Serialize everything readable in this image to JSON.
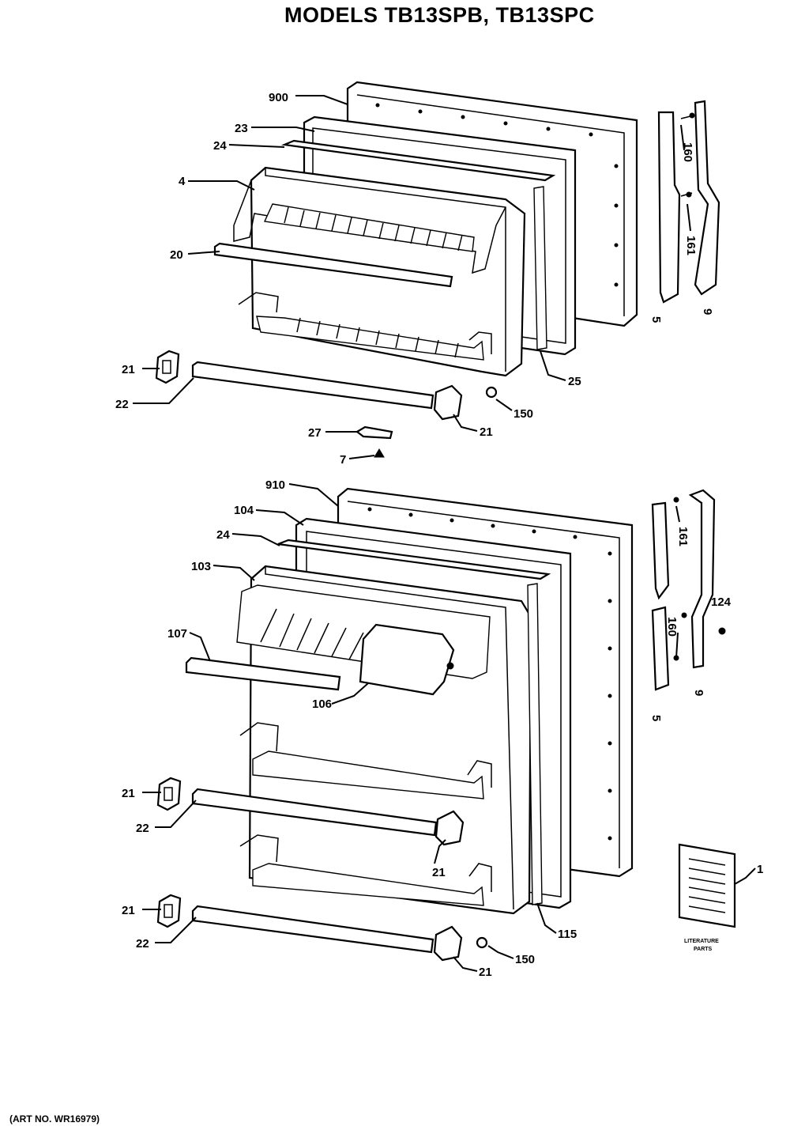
{
  "title": "MODELS TB13SPB, TB13SPC",
  "footer": "(ART NO. WR16979)",
  "literature_caption_line1": "LITERATURE",
  "literature_caption_line2": "PARTS",
  "upper_labels": {
    "l900": "900",
    "l23": "23",
    "l24": "24",
    "l4": "4",
    "l20": "20",
    "l21a": "21",
    "l22": "22",
    "l21b": "21",
    "l27": "27",
    "l7": "7",
    "l150": "150",
    "l25": "25",
    "l160": "160",
    "l161": "161",
    "l5": "5",
    "l9": "9"
  },
  "lower_labels": {
    "l910": "910",
    "l104": "104",
    "l24": "24",
    "l103": "103",
    "l107": "107",
    "l106": "106",
    "l21a": "21",
    "l22a": "22",
    "l21b": "21",
    "l21c": "21",
    "l22b": "22",
    "l21d": "21",
    "l150": "150",
    "l115": "115",
    "l1": "1",
    "l161": "161",
    "l160": "160",
    "l124": "124",
    "l5": "5",
    "l9": "9"
  }
}
